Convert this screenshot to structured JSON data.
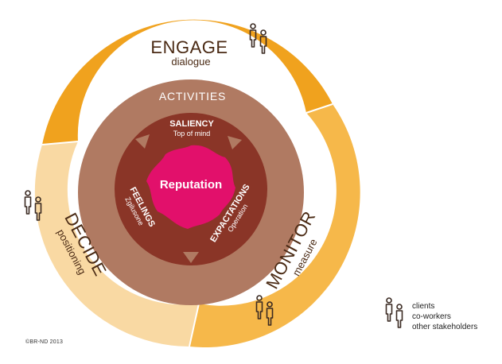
{
  "diagram": {
    "outer_ring": {
      "engage": {
        "title": "ENGAGE",
        "subtitle": "dialogue"
      },
      "monitor": {
        "title": "MONITOR",
        "subtitle": "measure"
      },
      "decide": {
        "title": "DECIDE",
        "subtitle": "positioning"
      }
    },
    "middle_ring": {
      "label": "ACTIVITIES"
    },
    "inner_ring": {
      "saliency": {
        "title": "SALIENCY",
        "subtitle": "Top of mind"
      },
      "expectations": {
        "title": "EXPACTATIONS",
        "subtitle": "Operation"
      },
      "feelings": {
        "title": "FEELINGS",
        "subtitle": "Zgilusone"
      }
    },
    "center": {
      "label": "Reputation"
    }
  },
  "legend": {
    "items": [
      "clients",
      "co-workers",
      "other stakeholders"
    ]
  },
  "copyright": "©BR-ND 2013",
  "colors": {
    "engage": "#f0a21e",
    "monitor": "#f6b84a",
    "decide": "#f9d9a3",
    "activities": "#b07a62",
    "inner": "#8a3527",
    "center": "#e2106b",
    "text_dark": "#4a2a14",
    "people": "#3a2a22"
  },
  "icons": [
    "person-pair-icon"
  ]
}
